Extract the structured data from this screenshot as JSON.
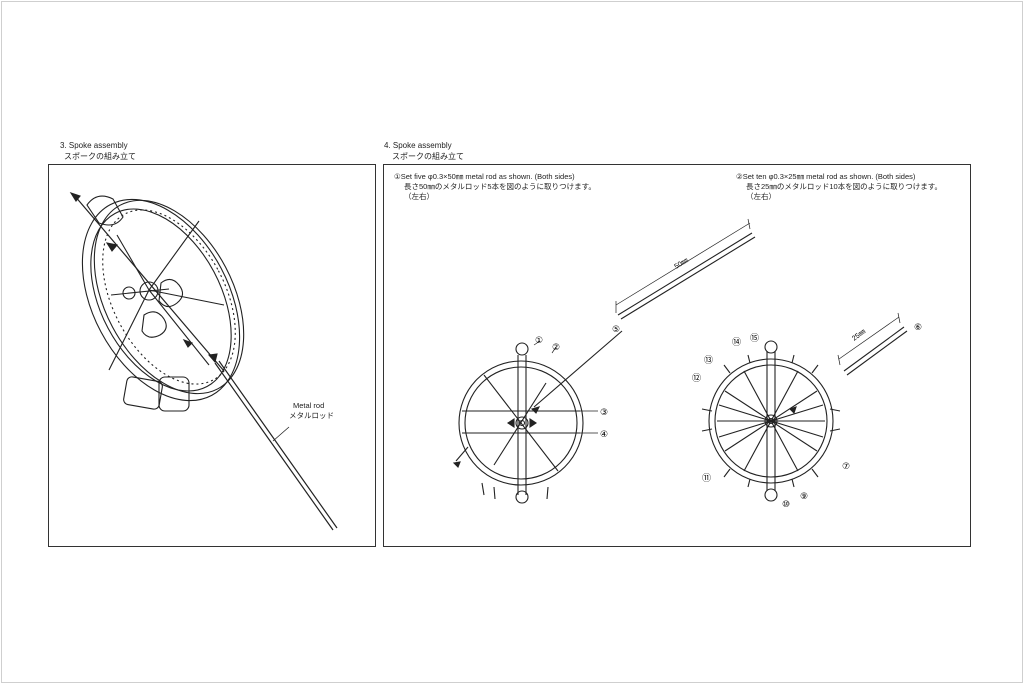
{
  "section3": {
    "title": "3. Spoke assembly",
    "title_jp": "スポークの組み立て",
    "callout_en": "Metal rod",
    "callout_jp": "メタルロッド"
  },
  "section4": {
    "title": "4. Spoke assembly",
    "title_jp": "スポークの組み立て",
    "step1": {
      "marker": "①",
      "line1": "Set five φ0.3×50㎜ metal rod as shown. (Both sides)",
      "line2": "長さ50㎜のメタルロッド5本を図のように取りつけます。",
      "line3": "（左右）",
      "dim": "50㎜"
    },
    "step2": {
      "marker": "②",
      "line1": "Set ten φ0.3×25㎜ metal rod as shown. (Both sides)",
      "line2": "長さ25㎜のメタルロッド10本を図のように取りつけます。",
      "line3": "（左右）",
      "dim": "25㎜"
    },
    "left_wheel_labels": [
      "①",
      "②",
      "③",
      "④",
      "⑤"
    ],
    "right_wheel_labels": [
      "⑥",
      "⑦",
      "⑨",
      "⑩",
      "⑪",
      "⑫",
      "⑬",
      "⑭",
      "⑮"
    ]
  }
}
